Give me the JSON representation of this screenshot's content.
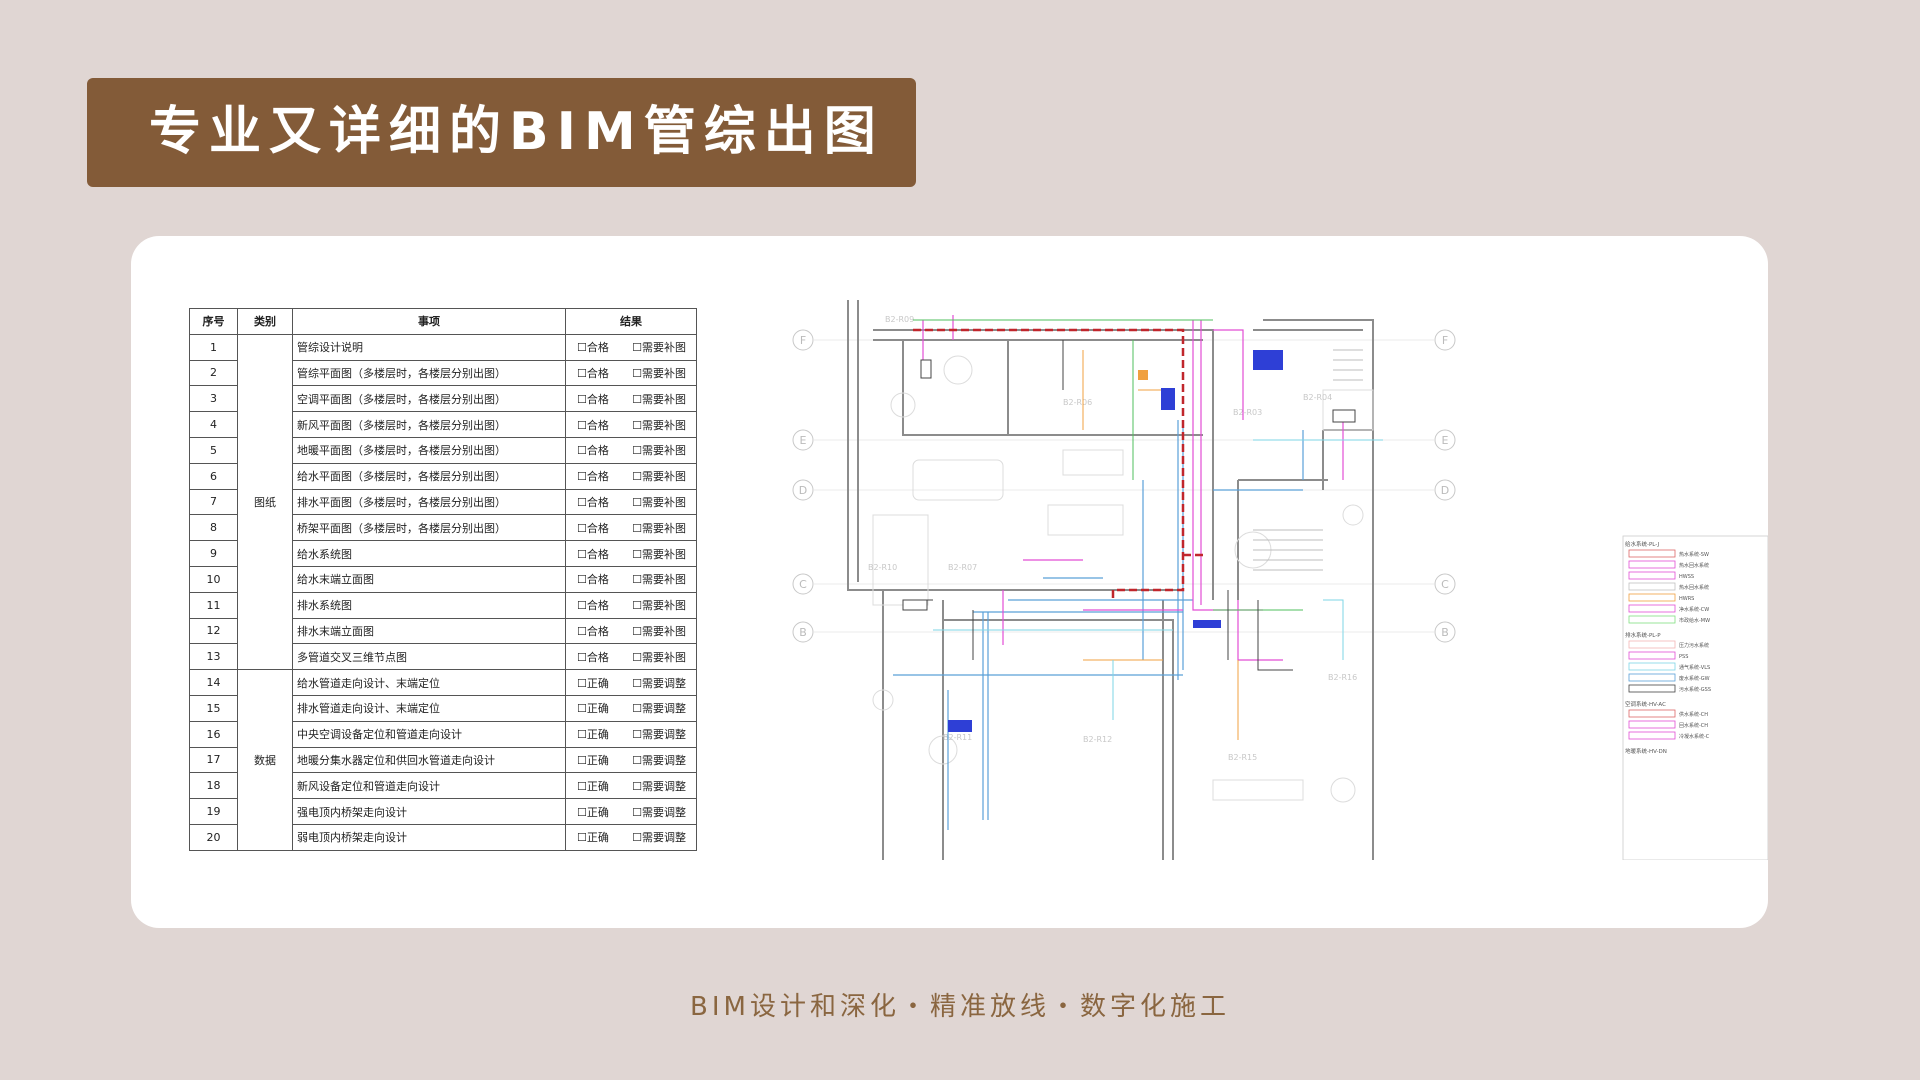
{
  "header": {
    "title": "专业又详细的BIM管综出图"
  },
  "checklist": {
    "columns": [
      "序号",
      "类别",
      "事项",
      "结果"
    ],
    "rows": [
      {
        "no": "1",
        "item": "管综设计说明",
        "opt1": "☐合格",
        "opt2": "☐需要补图"
      },
      {
        "no": "2",
        "item": "管综平面图（多楼层时，各楼层分别出图）",
        "opt1": "☐合格",
        "opt2": "☐需要补图"
      },
      {
        "no": "3",
        "item": "空调平面图（多楼层时，各楼层分别出图）",
        "opt1": "☐合格",
        "opt2": "☐需要补图"
      },
      {
        "no": "4",
        "item": "新风平面图（多楼层时，各楼层分别出图）",
        "opt1": "☐合格",
        "opt2": "☐需要补图"
      },
      {
        "no": "5",
        "item": "地暖平面图（多楼层时，各楼层分别出图）",
        "opt1": "☐合格",
        "opt2": "☐需要补图"
      },
      {
        "no": "6",
        "item": "给水平面图（多楼层时，各楼层分别出图）",
        "opt1": "☐合格",
        "opt2": "☐需要补图"
      },
      {
        "no": "7",
        "item": "排水平面图（多楼层时，各楼层分别出图）",
        "opt1": "☐合格",
        "opt2": "☐需要补图"
      },
      {
        "no": "8",
        "item": "桥架平面图（多楼层时，各楼层分别出图）",
        "opt1": "☐合格",
        "opt2": "☐需要补图"
      },
      {
        "no": "9",
        "item": "给水系统图",
        "opt1": "☐合格",
        "opt2": "☐需要补图"
      },
      {
        "no": "10",
        "item": "给水末端立面图",
        "opt1": "☐合格",
        "opt2": "☐需要补图"
      },
      {
        "no": "11",
        "item": "排水系统图",
        "opt1": "☐合格",
        "opt2": "☐需要补图"
      },
      {
        "no": "12",
        "item": "排水末端立面图",
        "opt1": "☐合格",
        "opt2": "☐需要补图"
      },
      {
        "no": "13",
        "item": "多管道交叉三维节点图",
        "opt1": "☐合格",
        "opt2": "☐需要补图"
      },
      {
        "no": "14",
        "item": "给水管道走向设计、末端定位",
        "opt1": "☐正确",
        "opt2": "☐需要调整"
      },
      {
        "no": "15",
        "item": "排水管道走向设计、末端定位",
        "opt1": "☐正确",
        "opt2": "☐需要调整"
      },
      {
        "no": "16",
        "item": "中央空调设备定位和管道走向设计",
        "opt1": "☐正确",
        "opt2": "☐需要调整"
      },
      {
        "no": "17",
        "item": "地暖分集水器定位和供回水管道走向设计",
        "opt1": "☐正确",
        "opt2": "☐需要调整"
      },
      {
        "no": "18",
        "item": "新风设备定位和管道走向设计",
        "opt1": "☐正确",
        "opt2": "☐需要调整"
      },
      {
        "no": "19",
        "item": "强电顶内桥架走向设计",
        "opt1": "☐正确",
        "opt2": "☐需要调整"
      },
      {
        "no": "20",
        "item": "弱电顶内桥架走向设计",
        "opt1": "☐正确",
        "opt2": "☐需要调整"
      }
    ],
    "groups": [
      {
        "label": "图纸",
        "start": 0,
        "span": 13
      },
      {
        "label": "数据",
        "start": 13,
        "span": 7
      }
    ]
  },
  "drawing": {
    "grid_labels": [
      "F",
      "E",
      "D",
      "C",
      "B"
    ],
    "room_labels": [
      "B2-R09",
      "B2-R06",
      "B2-R04",
      "B2-R03",
      "B2-R10",
      "B2-R07",
      "B2-R16",
      "B2-R11",
      "B2-R12",
      "B2-R15"
    ],
    "legend": {
      "groups": [
        {
          "title": "给水系统-PL-J",
          "items": [
            "热水系统-SW",
            "热水回水系统",
            "HWSS",
            "热水回水系统",
            "HWRS",
            "净水系统-CW",
            "市政给水-MW"
          ]
        },
        {
          "title": "排水系统-PL-P",
          "items": [
            "压力污水系统",
            "PSS",
            "通气系统-VLS",
            "废水系统-GW",
            "污水系统-GSS"
          ]
        },
        {
          "title": "空调系统-HV-AC",
          "items": [
            "供水系统-CH",
            "回水系统-CH",
            "冷凝水系统-C"
          ]
        },
        {
          "title": "地暖系统-HV-DN",
          "items": []
        }
      ]
    }
  },
  "footer": {
    "tagline": "BIM设计和深化・精准放线・数字化施工"
  },
  "colors": {
    "background": "#e0d6d3",
    "banner": "#835b38",
    "card": "#ffffff",
    "footer_text": "#8a6640"
  }
}
